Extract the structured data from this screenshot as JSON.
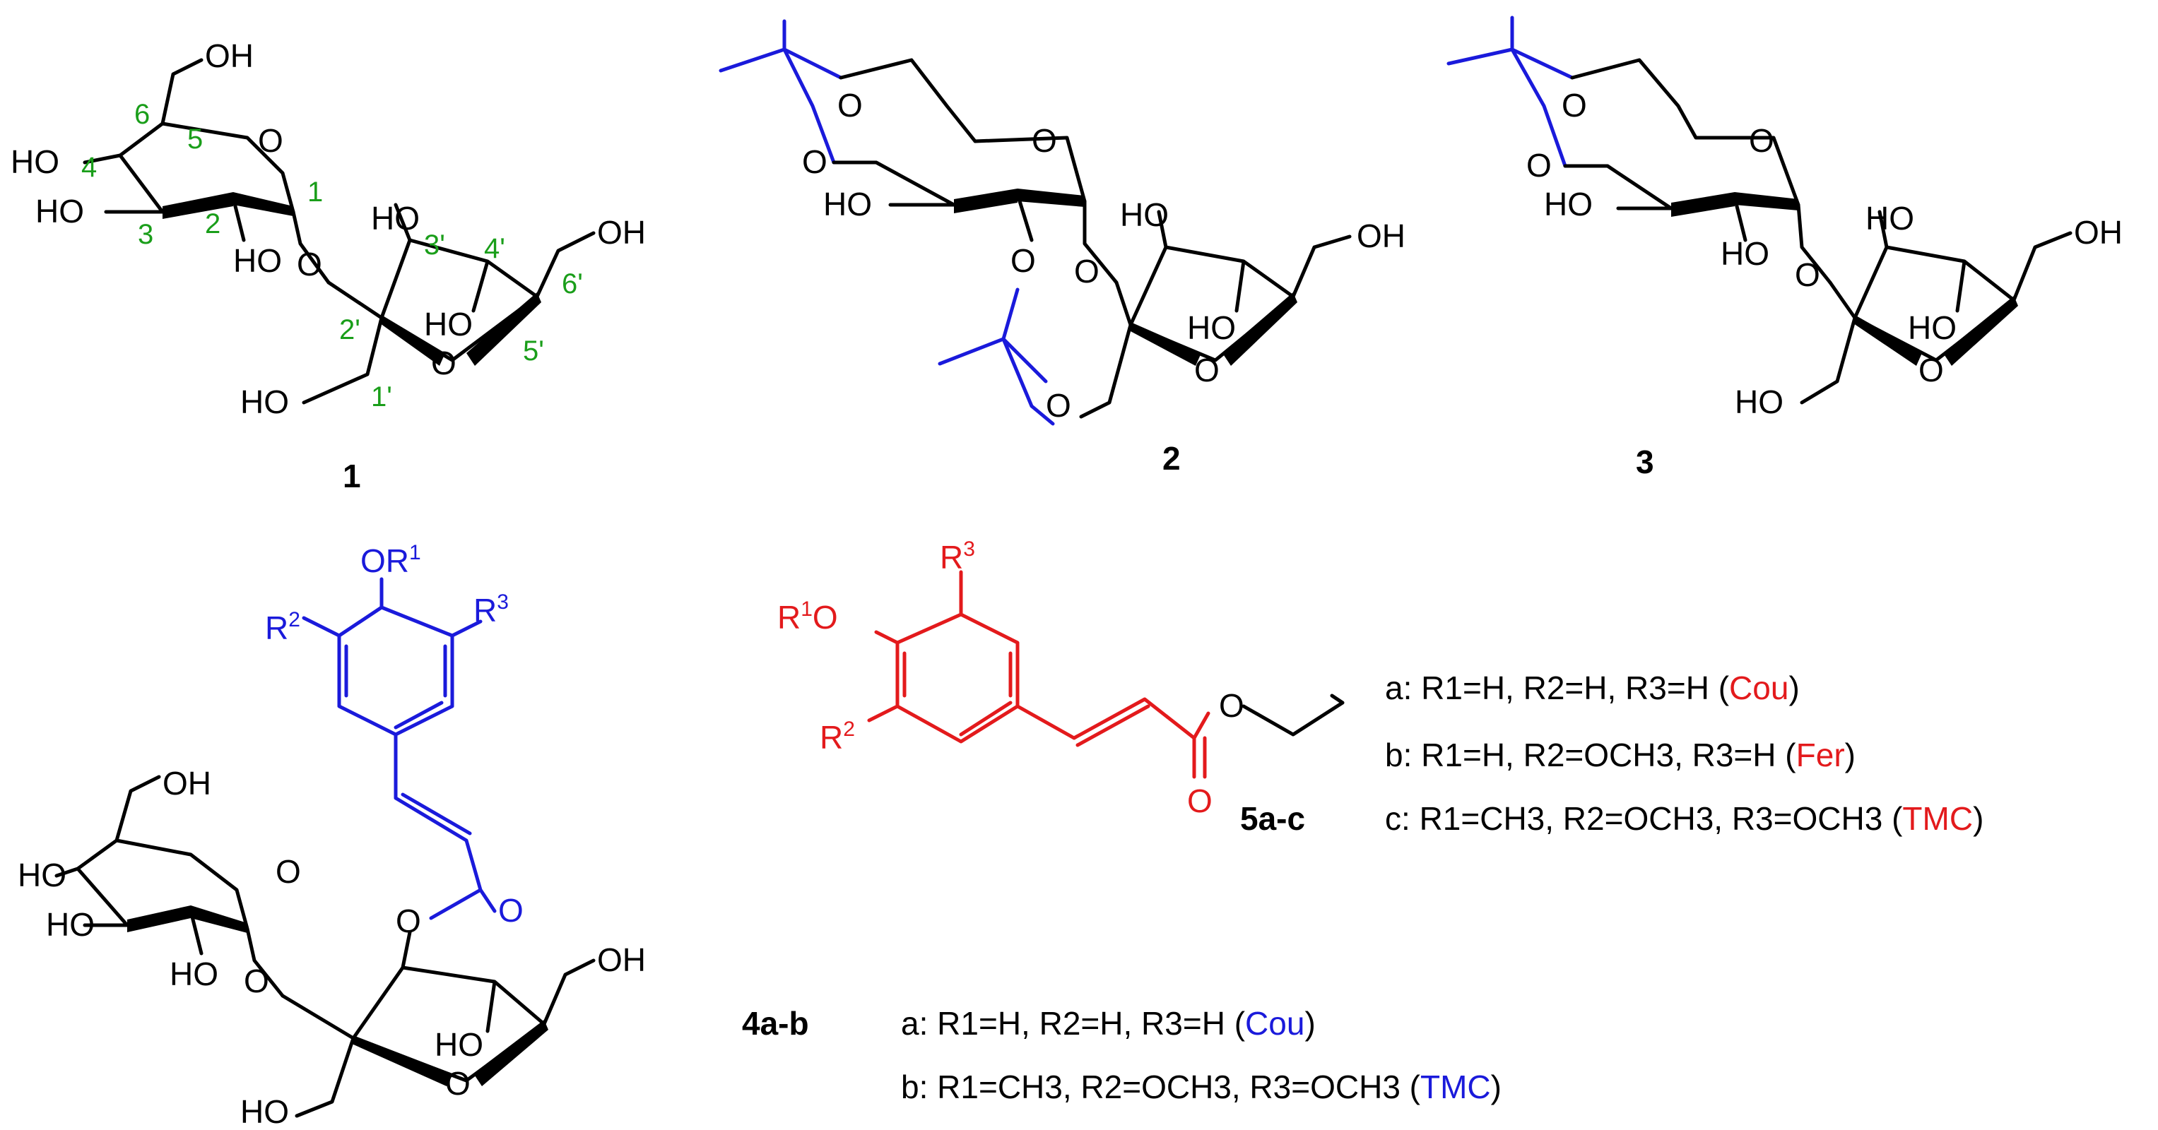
{
  "compounds": {
    "c1": "1",
    "c2": "2",
    "c3": "3",
    "c4": "4a-b",
    "c5": "5a-c"
  },
  "atoms": {
    "OH": "OH",
    "HO": "HO",
    "O": "O",
    "OR1_main": "OR",
    "R_main": "R",
    "R1_sup": "1",
    "R2_sup": "2",
    "R3_sup": "3"
  },
  "numbering": [
    "6",
    "5",
    "4",
    "3",
    "2",
    "1",
    "3'",
    "4'",
    "2'",
    "6'",
    "1'",
    "5'"
  ],
  "legend_4": {
    "a": {
      "prefix": "a: ",
      "text": "R1=H, R2=H, R3=H",
      "tag": "Cou"
    },
    "b": {
      "prefix": "b: ",
      "text": "R1=CH3, R2=OCH3, R3=OCH3",
      "tag": "TMC"
    }
  },
  "legend_5": {
    "a": {
      "prefix": "a: ",
      "text": "R1=H, R2=H, R3=H",
      "tag": "Cou"
    },
    "b": {
      "prefix": "b: ",
      "text": "R1=H, R2=OCH3, R3=H",
      "tag": "Fer"
    },
    "c": {
      "prefix": "c: ",
      "text": "R1=CH3, R2=OCH3, R3=OCH3",
      "tag": "TMC"
    }
  },
  "colors": {
    "numbering": "#1a9e1a",
    "acyl_4": "#1a1adb",
    "acyl_5": "#e31a1c",
    "isopropylidene": "#1a1adb"
  }
}
